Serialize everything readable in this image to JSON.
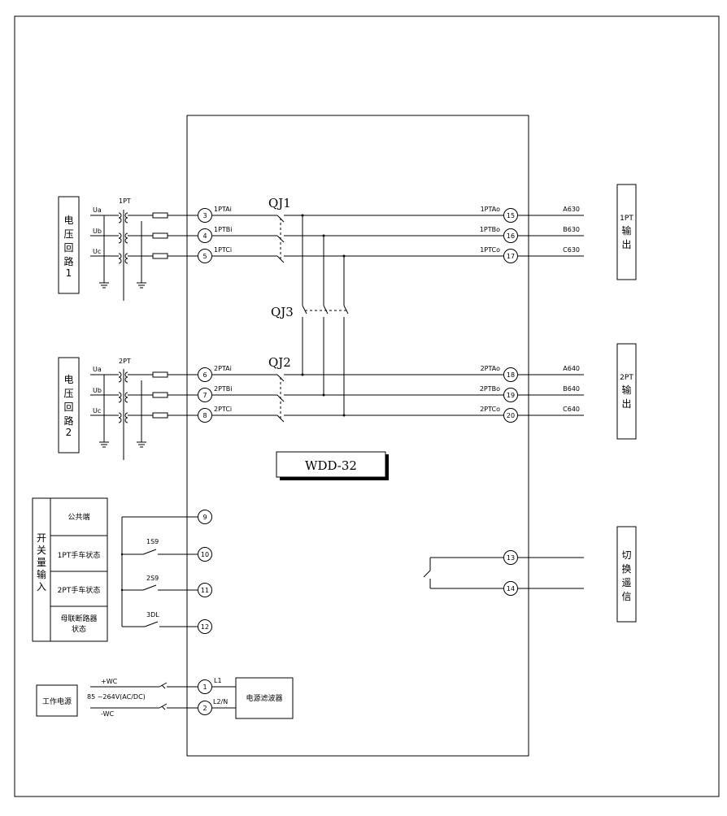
{
  "device": {
    "model": "WDD-32"
  },
  "loops": [
    {
      "label_chars": [
        "电",
        "压",
        "回",
        "路",
        "1"
      ],
      "pt_name": "1PT"
    },
    {
      "label_chars": [
        "电",
        "压",
        "回",
        "路",
        "2"
      ],
      "pt_name": "2PT"
    }
  ],
  "phases": [
    "Ua",
    "Ub",
    "Uc"
  ],
  "inputs": [
    {
      "num": "3",
      "name": "1PTAi"
    },
    {
      "num": "4",
      "name": "1PTBi"
    },
    {
      "num": "5",
      "name": "1PTCi"
    },
    {
      "num": "6",
      "name": "2PTAi"
    },
    {
      "num": "7",
      "name": "2PTBi"
    },
    {
      "num": "8",
      "name": "2PTCi"
    }
  ],
  "outputs": [
    {
      "num": "15",
      "name": "1PTAo",
      "wire": "A630"
    },
    {
      "num": "16",
      "name": "1PTBo",
      "wire": "B630"
    },
    {
      "num": "17",
      "name": "1PTCo",
      "wire": "C630"
    },
    {
      "num": "18",
      "name": "2PTAo",
      "wire": "A640"
    },
    {
      "num": "19",
      "name": "2PTBo",
      "wire": "B640"
    },
    {
      "num": "20",
      "name": "2PTCo",
      "wire": "C640"
    }
  ],
  "switches": {
    "qj1": "QJ1",
    "qj2": "QJ2",
    "qj3": "QJ3"
  },
  "output_boxes": [
    {
      "chars": [
        "1PT",
        "输",
        "出"
      ]
    },
    {
      "chars": [
        "2PT",
        "输",
        "出"
      ]
    }
  ],
  "binary_input": {
    "title_chars": [
      "开",
      "关",
      "量",
      "输",
      "入"
    ],
    "rows": [
      "公共端",
      "1PT手车状态",
      "2PT手车状态",
      "母联断路器",
      "状态"
    ],
    "terminals": [
      "9",
      "10",
      "11",
      "12"
    ],
    "contacts": [
      "1S9",
      "2S9",
      "3DL"
    ]
  },
  "remote": {
    "title_chars": [
      "切",
      "换",
      "遥",
      "信"
    ],
    "terminals": [
      "13",
      "14"
    ]
  },
  "power": {
    "label": "工作电源",
    "plus": "+WC",
    "minus": "-WC",
    "range": "85 ~264V(AC/DC)",
    "terminals": [
      "1",
      "2"
    ],
    "l1": "L1",
    "l2": "L2/N",
    "filter": "电源滤波器"
  }
}
